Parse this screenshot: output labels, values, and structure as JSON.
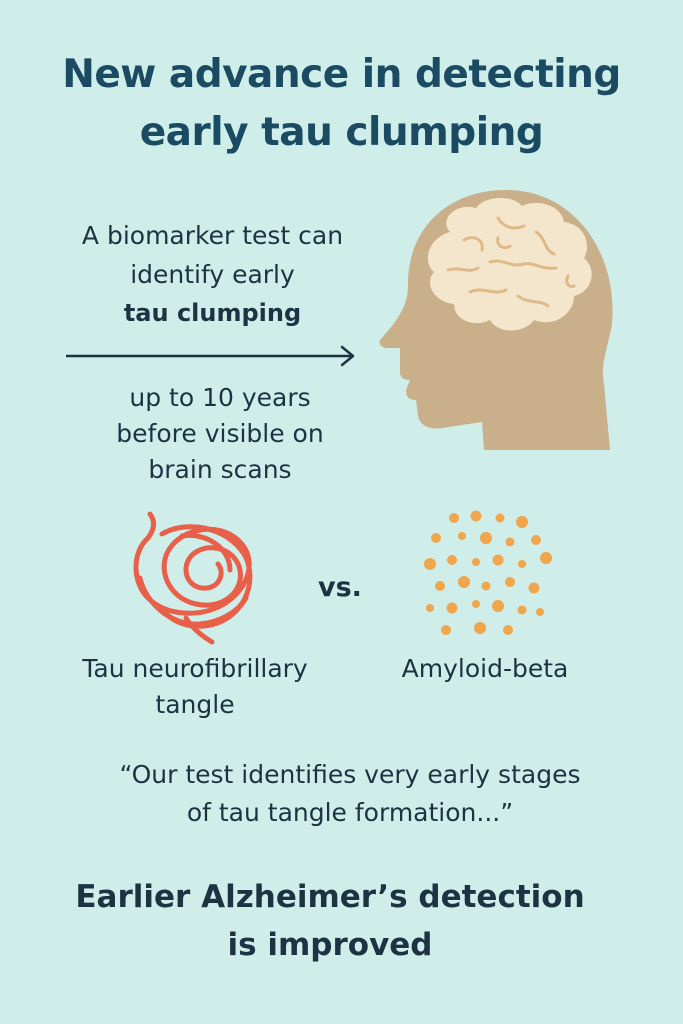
{
  "title": "New advance in detecting early tau clumping",
  "intro": {
    "line1": "A biomarker test can",
    "line2": "identify early",
    "emphasis": "tau clumping"
  },
  "timeframe": {
    "line1": "up to 10 years",
    "line2": "before visible on",
    "line3": "brain scans"
  },
  "comparison": {
    "left_label_line1": "Tau neurofibrillary",
    "left_label_line2": "tangle",
    "separator": "vs.",
    "right_label": "Amyloid-beta"
  },
  "quote": {
    "line1": "“Our test identifies very early stages",
    "line2": "of tau tangle formation...”"
  },
  "conclusion": {
    "line1": "Earlier Alzheimer’s detection",
    "line2": "is improved"
  },
  "colors": {
    "background": "#cfeee9",
    "title": "#1b4a63",
    "text": "#1d3344",
    "head": "#c9b08a",
    "brain": "#f4e6cc",
    "brain_lines": "#dfba88",
    "tangle": "#e8604a",
    "amyloid": "#efa64c"
  },
  "icons": [
    "head-with-brain-icon",
    "tau-tangle-icon",
    "amyloid-plaque-icon",
    "arrow-right-icon"
  ]
}
